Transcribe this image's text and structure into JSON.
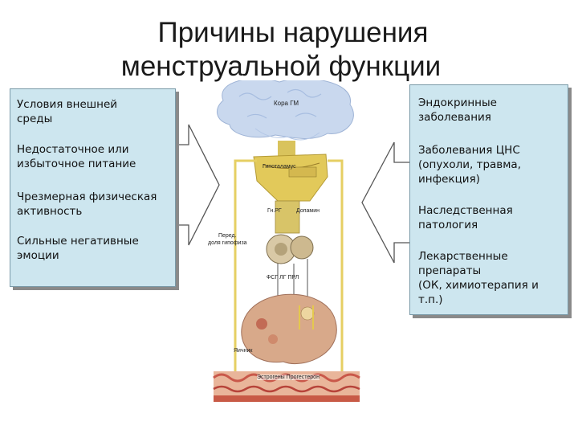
{
  "title": {
    "line1": "Причины нарушения",
    "line2": "менструальной функции"
  },
  "left_box": {
    "items": [
      "Условия внешней\nсреды",
      "Недостаточное или\nизбыточное питание",
      "Чрезмерная физическая\nактивность",
      "Сильные негативные\nэмоции"
    ]
  },
  "right_box": {
    "items": [
      "Эндокринные\nзаболевания",
      "Заболевания ЦНС\n(опухоли, травма,\nинфекция)",
      "Наследственная\nпатология",
      "Лекарственные\nпрепараты\n(ОК, химиотерапия и\nт.п.)"
    ]
  },
  "figure_labels": {
    "cortex": "Кора ГМ",
    "hypothalamus": "Гипоталамус",
    "grh": "Гн.РГ",
    "dopamine": "Допамин",
    "pituitary": "Перед.\nдоля гипофиза",
    "hormones": "ФСГ ЛГ ПРЛ",
    "ovary": "Яичник",
    "steroids": "Эстрогены  Прогестерон"
  },
  "colors": {
    "box_fill": "#cde6ef",
    "arrow_fill": "#ffffff",
    "brain": "#c9d8ee",
    "hypothalamus": "#e2c95a",
    "ovary": "#d8a98a",
    "uterus": "#c9584a"
  }
}
